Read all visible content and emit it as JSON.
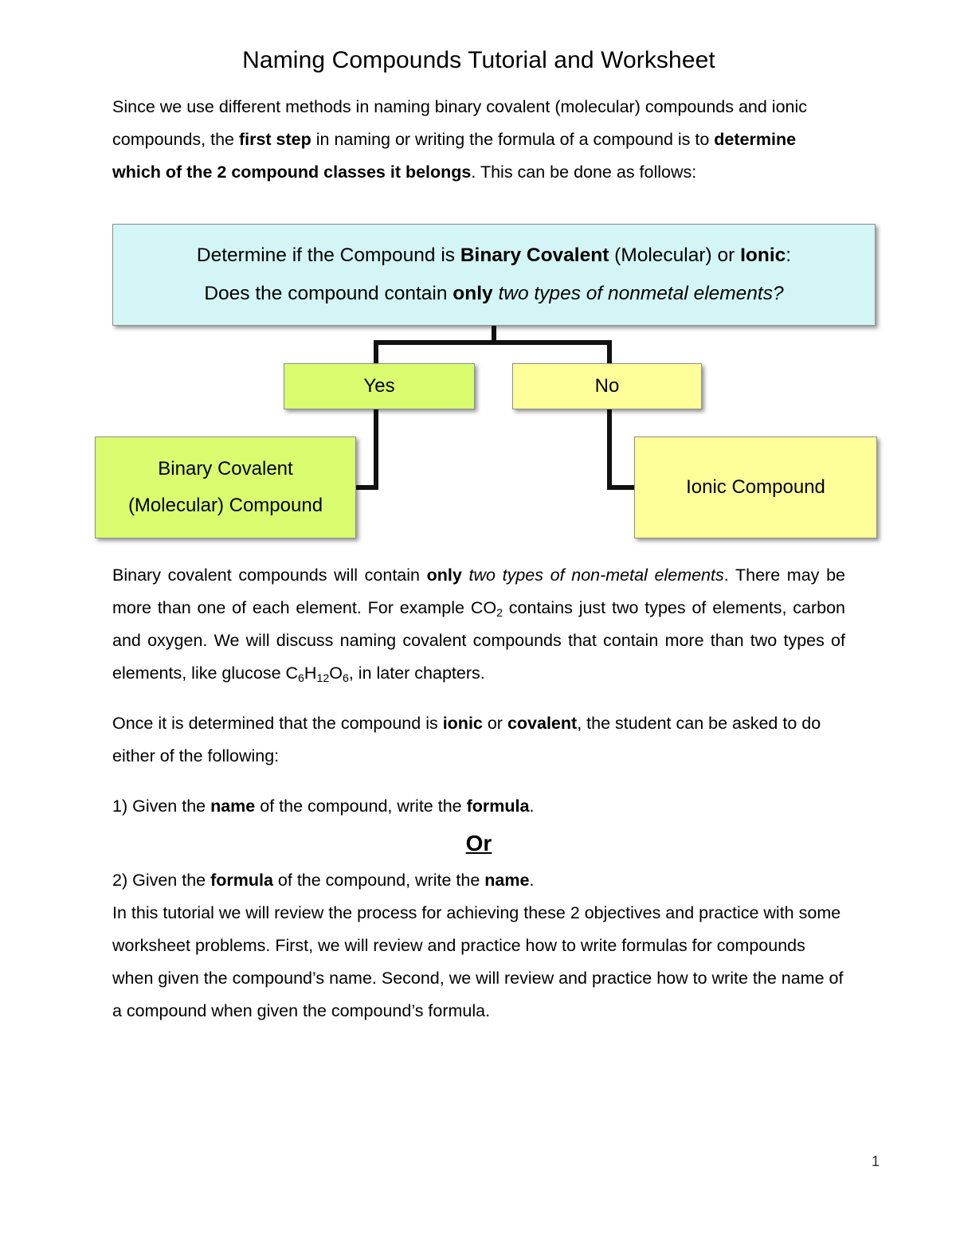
{
  "document": {
    "title": "Naming Compounds Tutorial and Worksheet",
    "page_number": "1"
  },
  "intro": {
    "seg1": "Since we use different methods in naming binary covalent (molecular) compounds and ionic compounds, the ",
    "bold1": "first step",
    "seg2": " in naming or writing the formula of a compound is to ",
    "bold2": "determine which of the 2 compound classes it belongs",
    "seg3": ".  This can be done as follows:"
  },
  "flowchart": {
    "decision": {
      "line1_a": "Determine if the Compound is ",
      "line1_bold1": "Binary Covalent",
      "line1_b": " (Molecular) or ",
      "line1_bold2": "Ionic",
      "line1_c": ":",
      "line2_a": "Does the compound contain ",
      "line2_bold": "only",
      "line2_italic": " two types of nonmetal elements?"
    },
    "yes_label": "Yes",
    "no_label": "No",
    "covalent_line1": "Binary Covalent",
    "covalent_line2": "(Molecular) Compound",
    "ionic_label": "Ionic Compound",
    "colors": {
      "decision_fill": "#d3f5f5",
      "green_fill": "#d9fd6e",
      "yellow_fill": "#ffff99",
      "border": "#8e8e8e",
      "connector": "#111111"
    }
  },
  "covalent_para": {
    "seg1": "Binary covalent compounds will contain ",
    "bold1": "only",
    "italic1": " two types of non-metal elements",
    "seg2": ". There may be more than one of each element. For example CO",
    "sub1": "2",
    "seg3": " contains just two types of elements, carbon and oxygen.   We will discuss naming covalent compounds that contain more than two types of elements, like glucose C",
    "sub2": "6",
    "seg4": "H",
    "sub3": "12",
    "seg5": "O",
    "sub4": "6",
    "seg6": ", in later chapters."
  },
  "once_para": {
    "seg1": "Once it is determined that the compound is ",
    "bold1": "ionic",
    "seg2": " or ",
    "bold2": "covalent",
    "seg3": ", the student can be asked to do either of the following:"
  },
  "objectives": {
    "item1": {
      "seg1": "1)  Given the ",
      "bold1": "name",
      "seg2": " of the compound, write the ",
      "bold2": "formula",
      "seg3": "."
    },
    "or_label": "Or",
    "item2": {
      "seg1": "2) Given the ",
      "bold1": "formula",
      "seg2": " of the compound, write the ",
      "bold2": "name",
      "seg3": "."
    }
  },
  "closing_para": {
    "text": "In this tutorial we will review the process for achieving these 2 objectives and practice with some worksheet problems.  First, we will review and practice how to write formulas for compounds when given the compound’s name.  Second, we will review and practice how to write the name of a compound when given the compound’s formula."
  }
}
